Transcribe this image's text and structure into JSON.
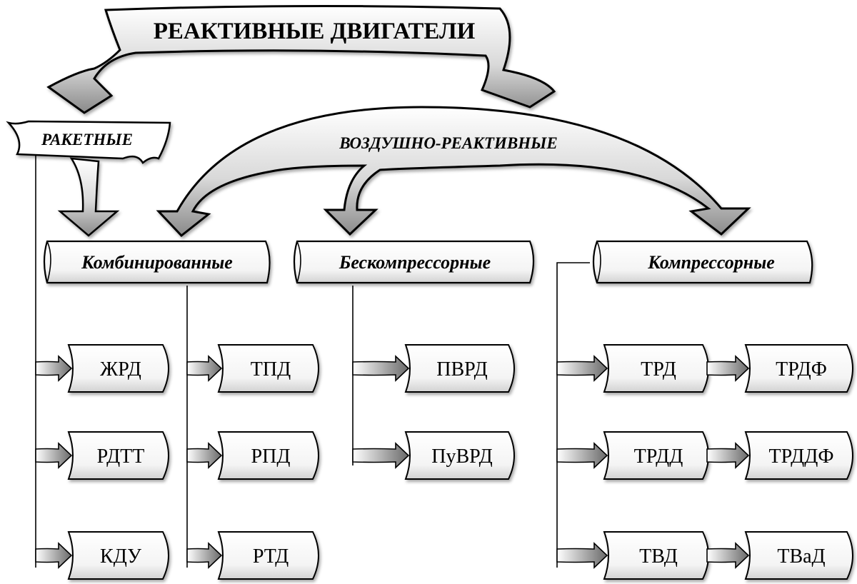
{
  "title": "РЕАКТИВНЫЕ  ДВИГАТЕЛИ",
  "categories": {
    "rocket": "РАКЕТНЫЕ",
    "air_breathing": "ВОЗДУШНО-РЕАКТИВНЫЕ"
  },
  "groups": {
    "combined": "Комбинированные",
    "compressorless": "Бескомпрессорные",
    "compressor": "Компрессорные"
  },
  "leaves": {
    "zhrd": "ЖРД",
    "rdtt": "РДТТ",
    "kdu": "КДУ",
    "tpd": "ТПД",
    "rpd": "РПД",
    "rtd": "РТД",
    "pvrd": "ПВРД",
    "puvrd": "ПуВРД",
    "trd": "ТРД",
    "trdd": "ТРДД",
    "tvd": "ТВД",
    "trdf": "ТРДФ",
    "trddf": "ТРДДФ",
    "tvad": "ТВаД"
  }
}
